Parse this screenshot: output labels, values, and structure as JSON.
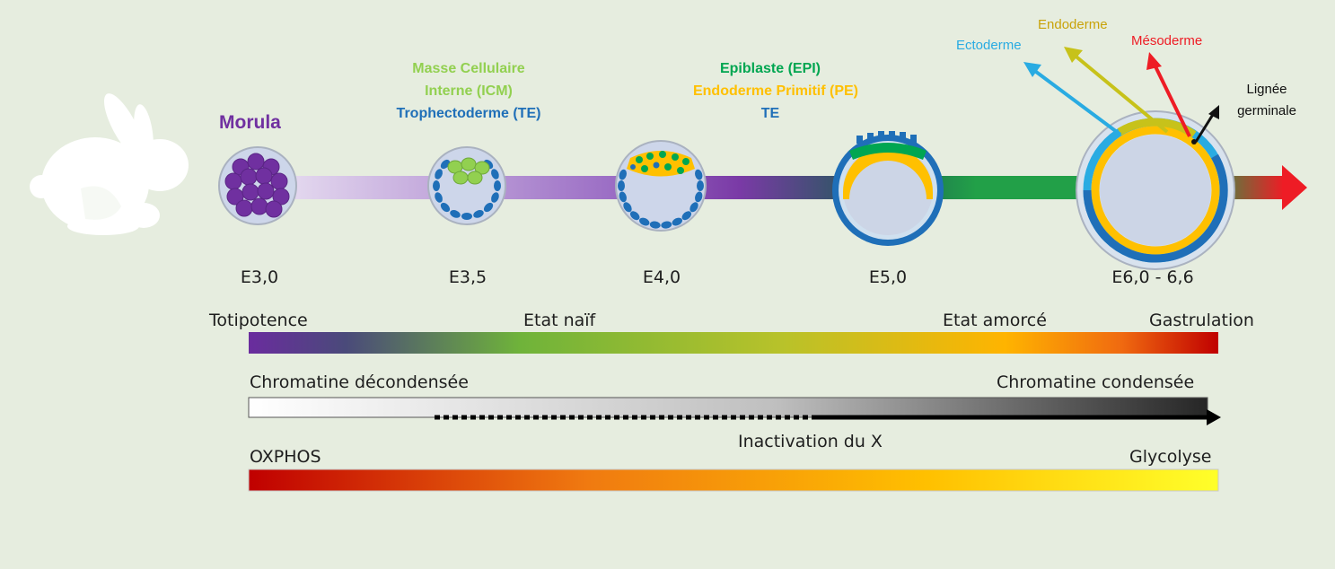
{
  "cell_labels": {
    "morula": "Morula",
    "icm_line1": "Masse Cellulaire",
    "icm_line2": "Interne (ICM)",
    "te_full": "Trophectoderme (TE)",
    "epi": "Epiblaste (EPI)",
    "pe": "Endoderme Primitif (PE)",
    "te_short": "TE",
    "ectoderme": "Ectoderme",
    "endoderme": "Endoderme",
    "mesoderme": "Mésoderme",
    "germ_line1": "Lignée",
    "germ_line2": "germinale"
  },
  "stages": [
    "E3,0",
    "E3,5",
    "E4,0",
    "E5,0",
    "E6,0 - 6,6"
  ],
  "potency_scale": {
    "labels": [
      "Totipotence",
      "Etat naïf",
      "Etat amorcé",
      "Gastrulation"
    ]
  },
  "chromatin_scale": {
    "left": "Chromatine décondensée",
    "right": "Chromatine condensée",
    "x_inactivation": "Inactivation du X"
  },
  "metabolism_scale": {
    "left": "OXPHOS",
    "right": "Glycolyse"
  },
  "colors": {
    "background": "#e6eddf",
    "purple": "#7030a0",
    "icm_green": "#92d050",
    "te_blue": "#1f6fb8",
    "epi_green": "#00a651",
    "pe_yellow": "#ffc000",
    "ecto_cyan": "#29abe2",
    "endo_olive": "#c7c21a",
    "meso_red": "#ee1c25"
  },
  "icons": {
    "organism": "rabbit-icon"
  }
}
